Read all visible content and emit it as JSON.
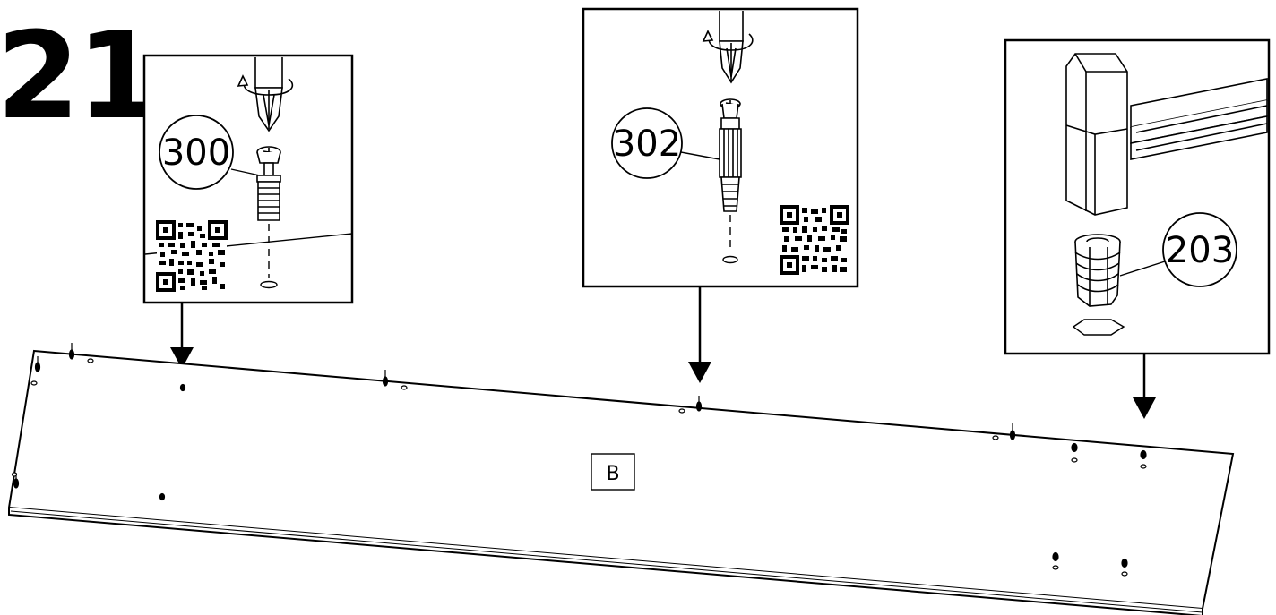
{
  "step": {
    "number": "21"
  },
  "parts": [
    {
      "id": "300",
      "label": "300"
    },
    {
      "id": "302",
      "label": "302"
    },
    {
      "id": "203",
      "label": "203"
    }
  ],
  "panel": {
    "label": "B"
  },
  "icons": [
    "screwdriver-icon",
    "cam-bolt-icon",
    "dowel-bolt-icon",
    "insert-nut-icon",
    "qr-code-icon",
    "leg-icon"
  ]
}
